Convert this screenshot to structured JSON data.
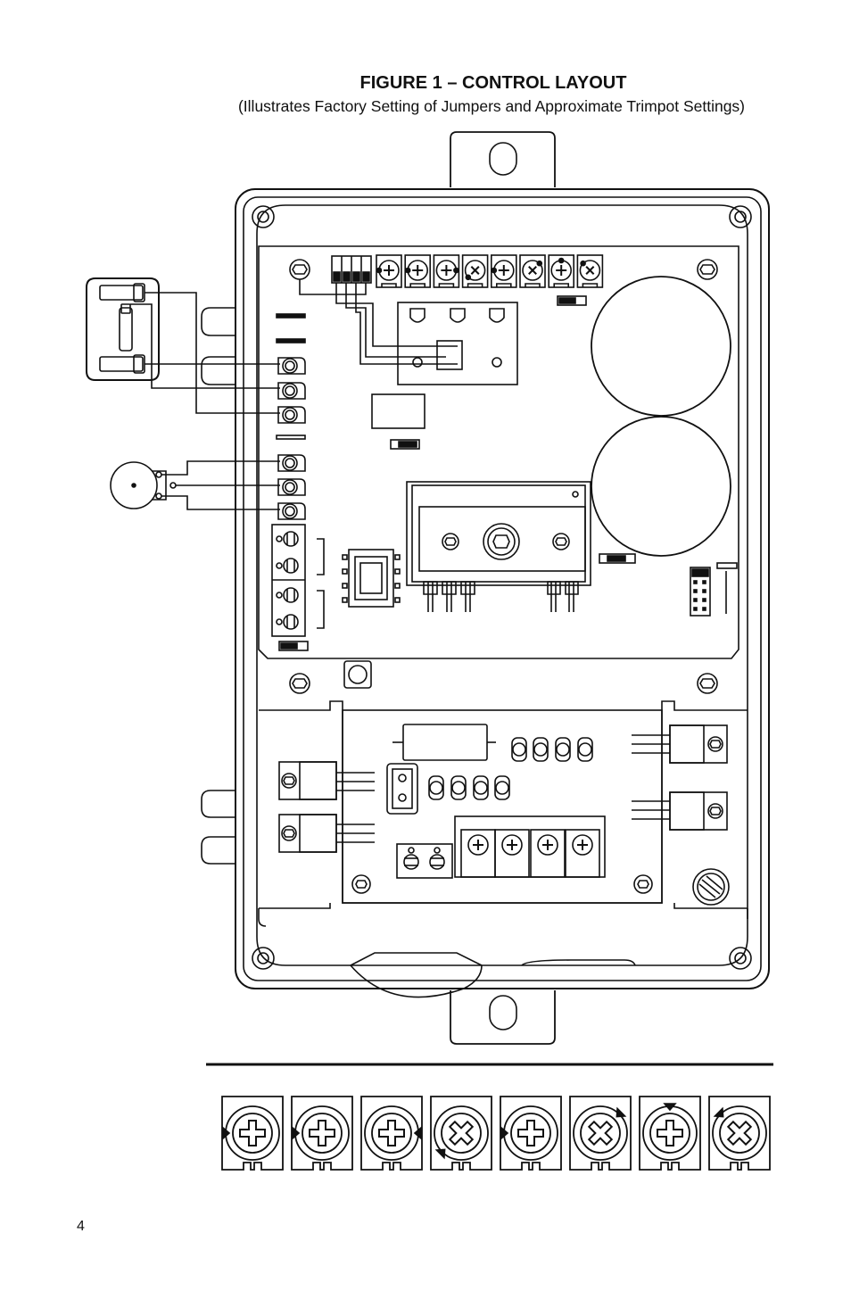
{
  "figure": {
    "title": "FIGURE 1 – CONTROL LAYOUT",
    "subtitle": "(Illustrates Factory Setting of Jumpers and Approximate Trimpot Settings)"
  },
  "page": {
    "number": "4"
  },
  "colors": {
    "ink": "#111111",
    "paper": "#ffffff"
  },
  "icons": {
    "trimpot": "trimpot-icon",
    "screw": "screw-icon",
    "jumper": "jumper-icon",
    "connector": "connector-icon",
    "buzzer": "buzzer-icon"
  },
  "trimpot_settings": [
    {
      "arrow_at": "left"
    },
    {
      "arrow_at": "left"
    },
    {
      "arrow_at": "right"
    },
    {
      "arrow_at": "lower-left"
    },
    {
      "arrow_at": "left"
    },
    {
      "arrow_at": "upper-right"
    },
    {
      "arrow_at": "top"
    },
    {
      "arrow_at": "upper-left"
    }
  ]
}
